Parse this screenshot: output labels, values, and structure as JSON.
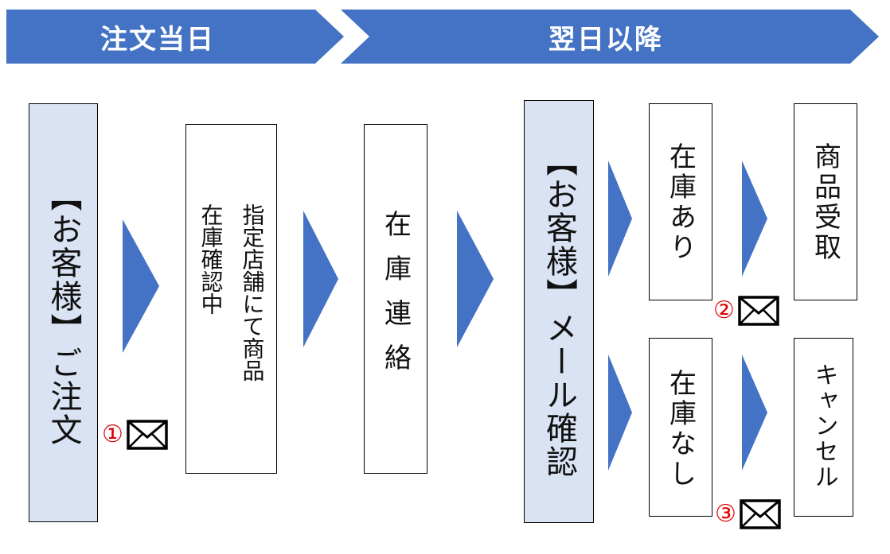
{
  "phases": {
    "order_day": "注文当日",
    "next_day_onward": "翌日以降"
  },
  "steps": {
    "customer_order": "【お客様】ご注文",
    "store_check": "指定店舗にて商品在庫確認中",
    "stock_contact": "在庫連絡",
    "customer_mail_check": "【お客様】メール確認",
    "in_stock": "在庫あり",
    "receive": "商品受取",
    "no_stock": "在庫なし",
    "cancel": "キャンセル"
  },
  "mail_markers": {
    "m1": "①",
    "m2": "②",
    "m3": "③"
  },
  "colors": {
    "banner": "#4472c4",
    "arrow": "#4472c4",
    "customer_box": "#dae3f3",
    "marker": "#e00000"
  }
}
